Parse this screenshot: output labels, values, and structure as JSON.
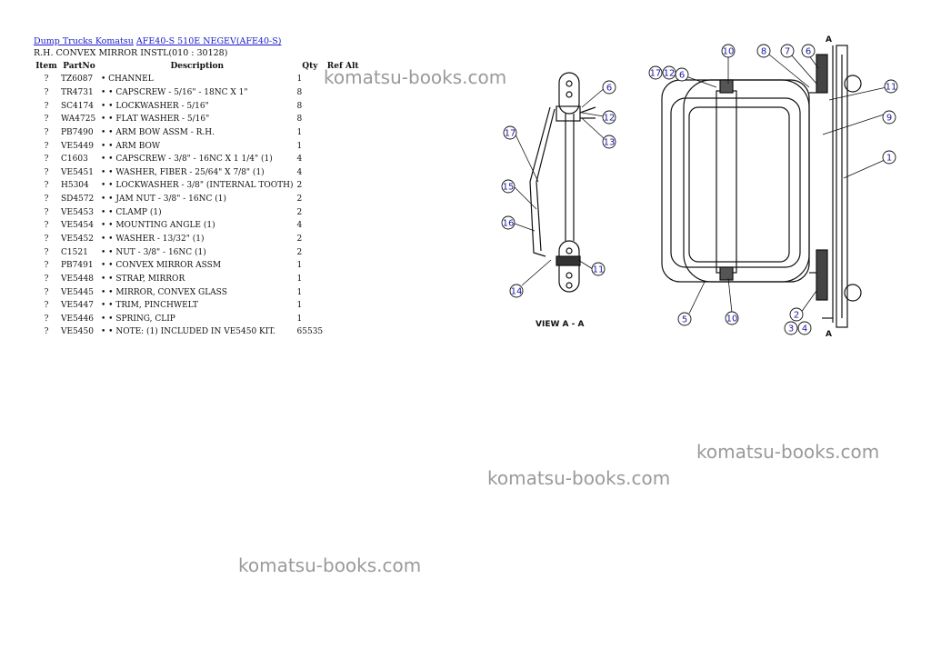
{
  "breadcrumb": {
    "link1": "Dump Trucks Komatsu",
    "link2": "AFE40-S 510E NEGEV(AFE40-S)"
  },
  "subtitle": "R.H. CONVEX MIRROR INSTL(010 : 30128)",
  "table": {
    "headers": {
      "item": "Item",
      "part": "PartNo",
      "desc": "Description",
      "qty": "Qty",
      "ref": "Ref Alt"
    },
    "rows": [
      {
        "item": "?",
        "part": "TZ6087",
        "desc": "• CHANNEL",
        "qty": "1"
      },
      {
        "item": "?",
        "part": "TR4731",
        "desc": "• • CAPSCREW - 5/16\" - 18NC X 1\"",
        "qty": "8"
      },
      {
        "item": "?",
        "part": "SC4174",
        "desc": "• • LOCKWASHER - 5/16\"",
        "qty": "8"
      },
      {
        "item": "?",
        "part": "WA4725",
        "desc": "• • FLAT WASHER - 5/16\"",
        "qty": "8"
      },
      {
        "item": "?",
        "part": "PB7490",
        "desc": "• • ARM BOW ASSM - R.H.",
        "qty": "1"
      },
      {
        "item": "?",
        "part": "VE5449",
        "desc": "• • ARM BOW",
        "qty": "1"
      },
      {
        "item": "?",
        "part": "C1603",
        "desc": "• • CAPSCREW - 3/8\" - 16NC X 1 1/4\" (1)",
        "qty": "4"
      },
      {
        "item": "?",
        "part": "VE5451",
        "desc": "• • WASHER, FIBER - 25/64\" X 7/8\" (1)",
        "qty": "4"
      },
      {
        "item": "?",
        "part": "H5304",
        "desc": "• • LOCKWASHER - 3/8\" (INTERNAL TOOTH)",
        "qty": "2"
      },
      {
        "item": "?",
        "part": "SD4572",
        "desc": "• • JAM NUT - 3/8\" - 16NC (1)",
        "qty": "2"
      },
      {
        "item": "?",
        "part": "VE5453",
        "desc": "• • CLAMP (1)",
        "qty": "2"
      },
      {
        "item": "?",
        "part": "VE5454",
        "desc": "• • MOUNTING ANGLE (1)",
        "qty": "4"
      },
      {
        "item": "?",
        "part": "VE5452",
        "desc": "• • WASHER - 13/32\" (1)",
        "qty": "2"
      },
      {
        "item": "?",
        "part": "C1521",
        "desc": "• • NUT - 3/8\" - 16NC (1)",
        "qty": "2"
      },
      {
        "item": "?",
        "part": "PB7491",
        "desc": "• • CONVEX MIRROR ASSM",
        "qty": "1"
      },
      {
        "item": "?",
        "part": "VE5448",
        "desc": "• • STRAP, MIRROR",
        "qty": "1"
      },
      {
        "item": "?",
        "part": "VE5445",
        "desc": "• • MIRROR, CONVEX GLASS",
        "qty": "1"
      },
      {
        "item": "?",
        "part": "VE5447",
        "desc": "• • TRIM, PINCHWELT",
        "qty": "1"
      },
      {
        "item": "?",
        "part": "VE5446",
        "desc": "• • SPRING, CLIP",
        "qty": "1"
      },
      {
        "item": "?",
        "part": "VE5450",
        "desc": "• • NOTE: (1) INCLUDED IN VE5450 KIT.",
        "qty": "65535"
      }
    ]
  },
  "watermarks": [
    "komatsu-books.com",
    "komatsu-books.com",
    "komatsu-books.com",
    "komatsu-books.com"
  ],
  "diagram": {
    "view_label": "VIEW  A  -  A",
    "section_a_top": "A",
    "section_a_bottom": "A",
    "callouts_left": [
      "6",
      "12",
      "13",
      "17",
      "15",
      "16",
      "14",
      "11"
    ],
    "callouts_right": [
      "10",
      "8",
      "7",
      "6",
      "17",
      "12",
      "6",
      "11",
      "9",
      "1",
      "5",
      "10",
      "2",
      "3",
      "4"
    ]
  }
}
